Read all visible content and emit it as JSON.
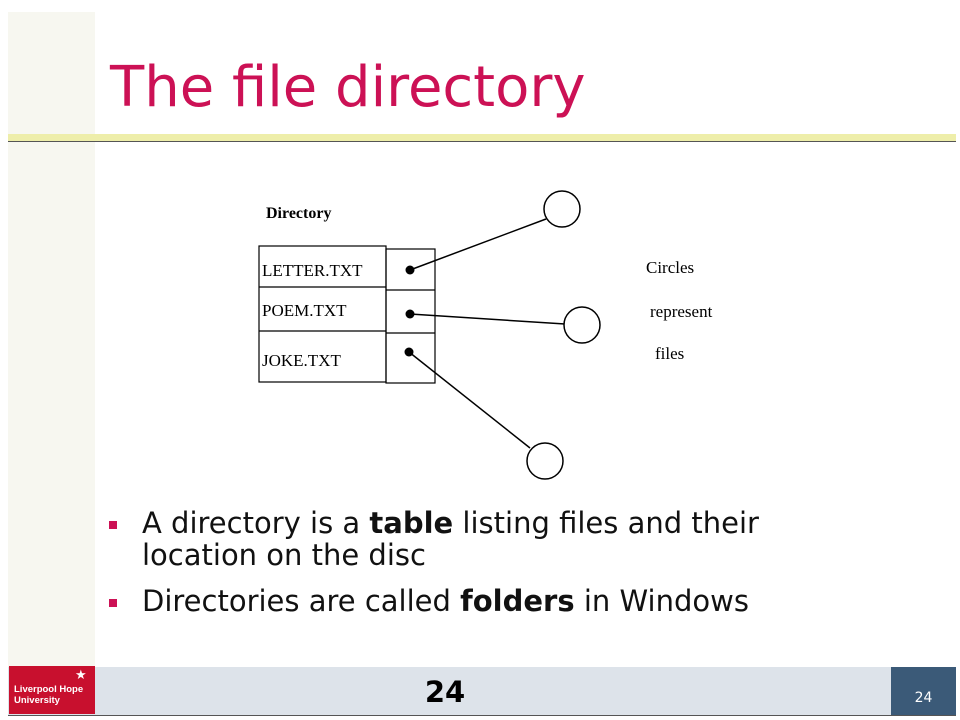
{
  "slide": {
    "title": "The file directory",
    "page_number": "24"
  },
  "diagram": {
    "heading": "Directory",
    "entries": [
      "LETTER.TXT",
      "POEM.TXT",
      "JOKE.TXT"
    ],
    "annotation": [
      "Circles",
      "represent",
      "files"
    ]
  },
  "bullets": [
    {
      "before": "A directory is a ",
      "bold": "table",
      "after": " listing files and their location on the disc"
    },
    {
      "before": "Directories are called ",
      "bold": "folders",
      "after": " in Windows"
    }
  ],
  "footer": {
    "logo_line1": "Liverpool Hope",
    "logo_line2": "University"
  },
  "colors": {
    "accent": "#cc1155",
    "logo_red": "#c8102e",
    "footer_band": "#dde3ea",
    "page_box": "#3b5a78"
  }
}
